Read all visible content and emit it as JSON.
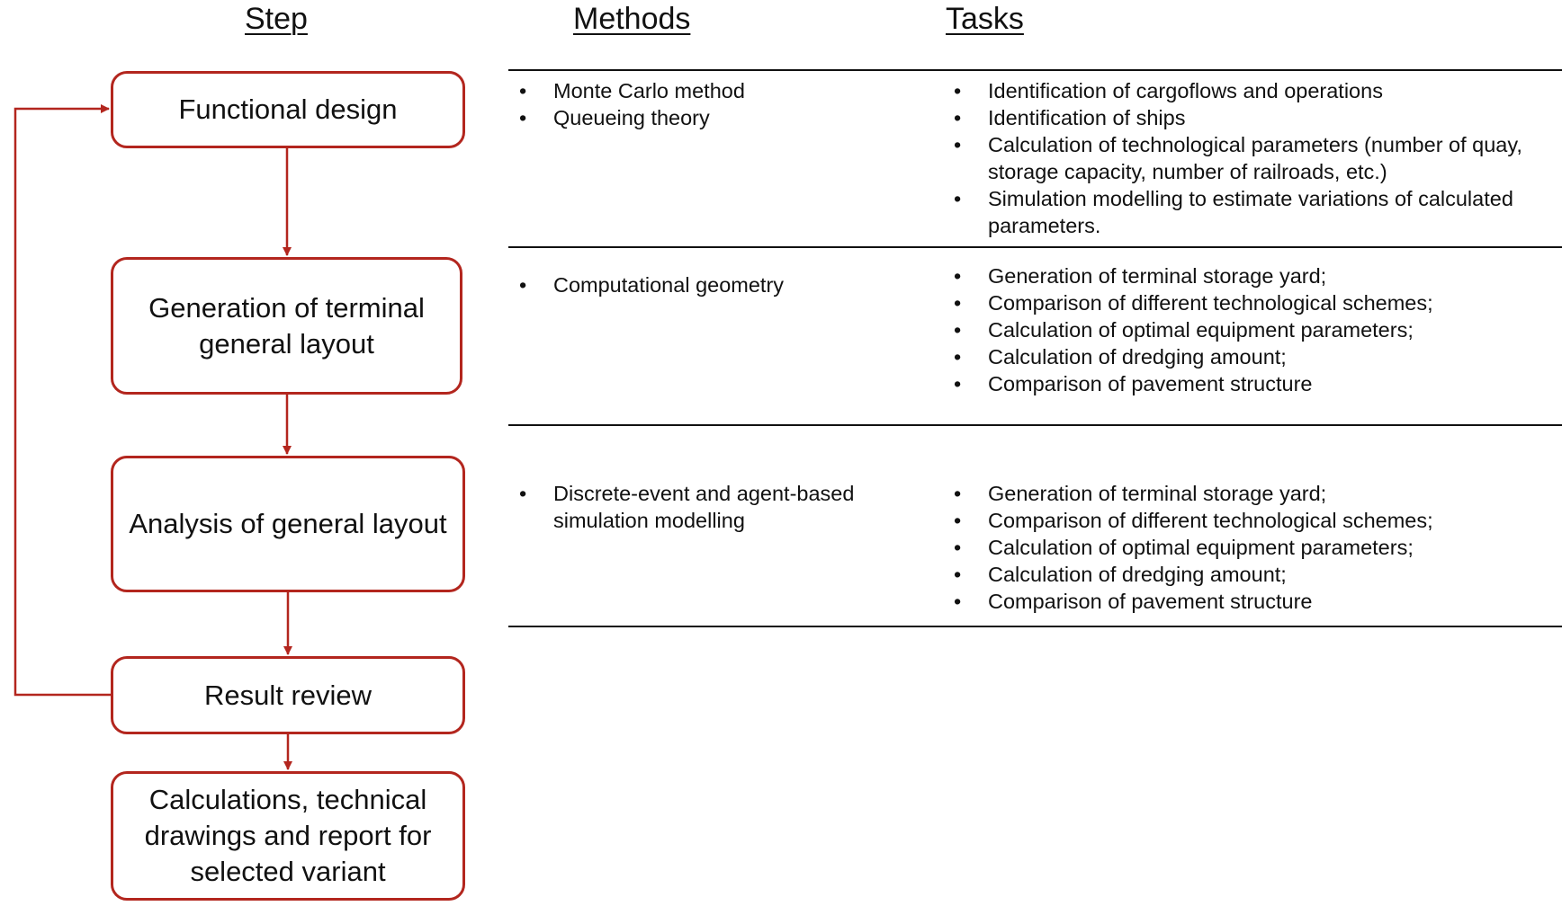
{
  "headers": {
    "step": "Step",
    "methods": "Methods",
    "tasks": "Tasks"
  },
  "steps": [
    {
      "label": "Functional design"
    },
    {
      "label": "Generation of terminal general layout"
    },
    {
      "label": "Analysis of general layout"
    },
    {
      "label": "Result review"
    },
    {
      "label": "Calculations, technical drawings and report for selected variant"
    }
  ],
  "rows": [
    {
      "methods": [
        "Monte Carlo method",
        "Queueing theory"
      ],
      "tasks": [
        "Identification of cargoflows and operations",
        "Identification of ships",
        "Calculation of technological parameters (number of quay, storage capacity,  number of railroads, etc.)",
        "Simulation modelling to estimate variations of calculated parameters."
      ]
    },
    {
      "methods": [
        "Computational geometry"
      ],
      "tasks": [
        "Generation of terminal storage yard;",
        "Comparison of different technological schemes;",
        "Calculation of optimal equipment parameters;",
        "Calculation of dredging amount;",
        "Comparison of pavement structure"
      ]
    },
    {
      "methods": [
        "Discrete-event and agent-based simulation modelling"
      ],
      "tasks": [
        "Generation of terminal storage yard;",
        "Comparison of different technological schemes;",
        "Calculation of optimal equipment parameters;",
        "Calculation of dredging amount;",
        "Comparison of pavement structure"
      ]
    }
  ],
  "colors": {
    "accent": "#b3261e",
    "text": "#111111"
  }
}
